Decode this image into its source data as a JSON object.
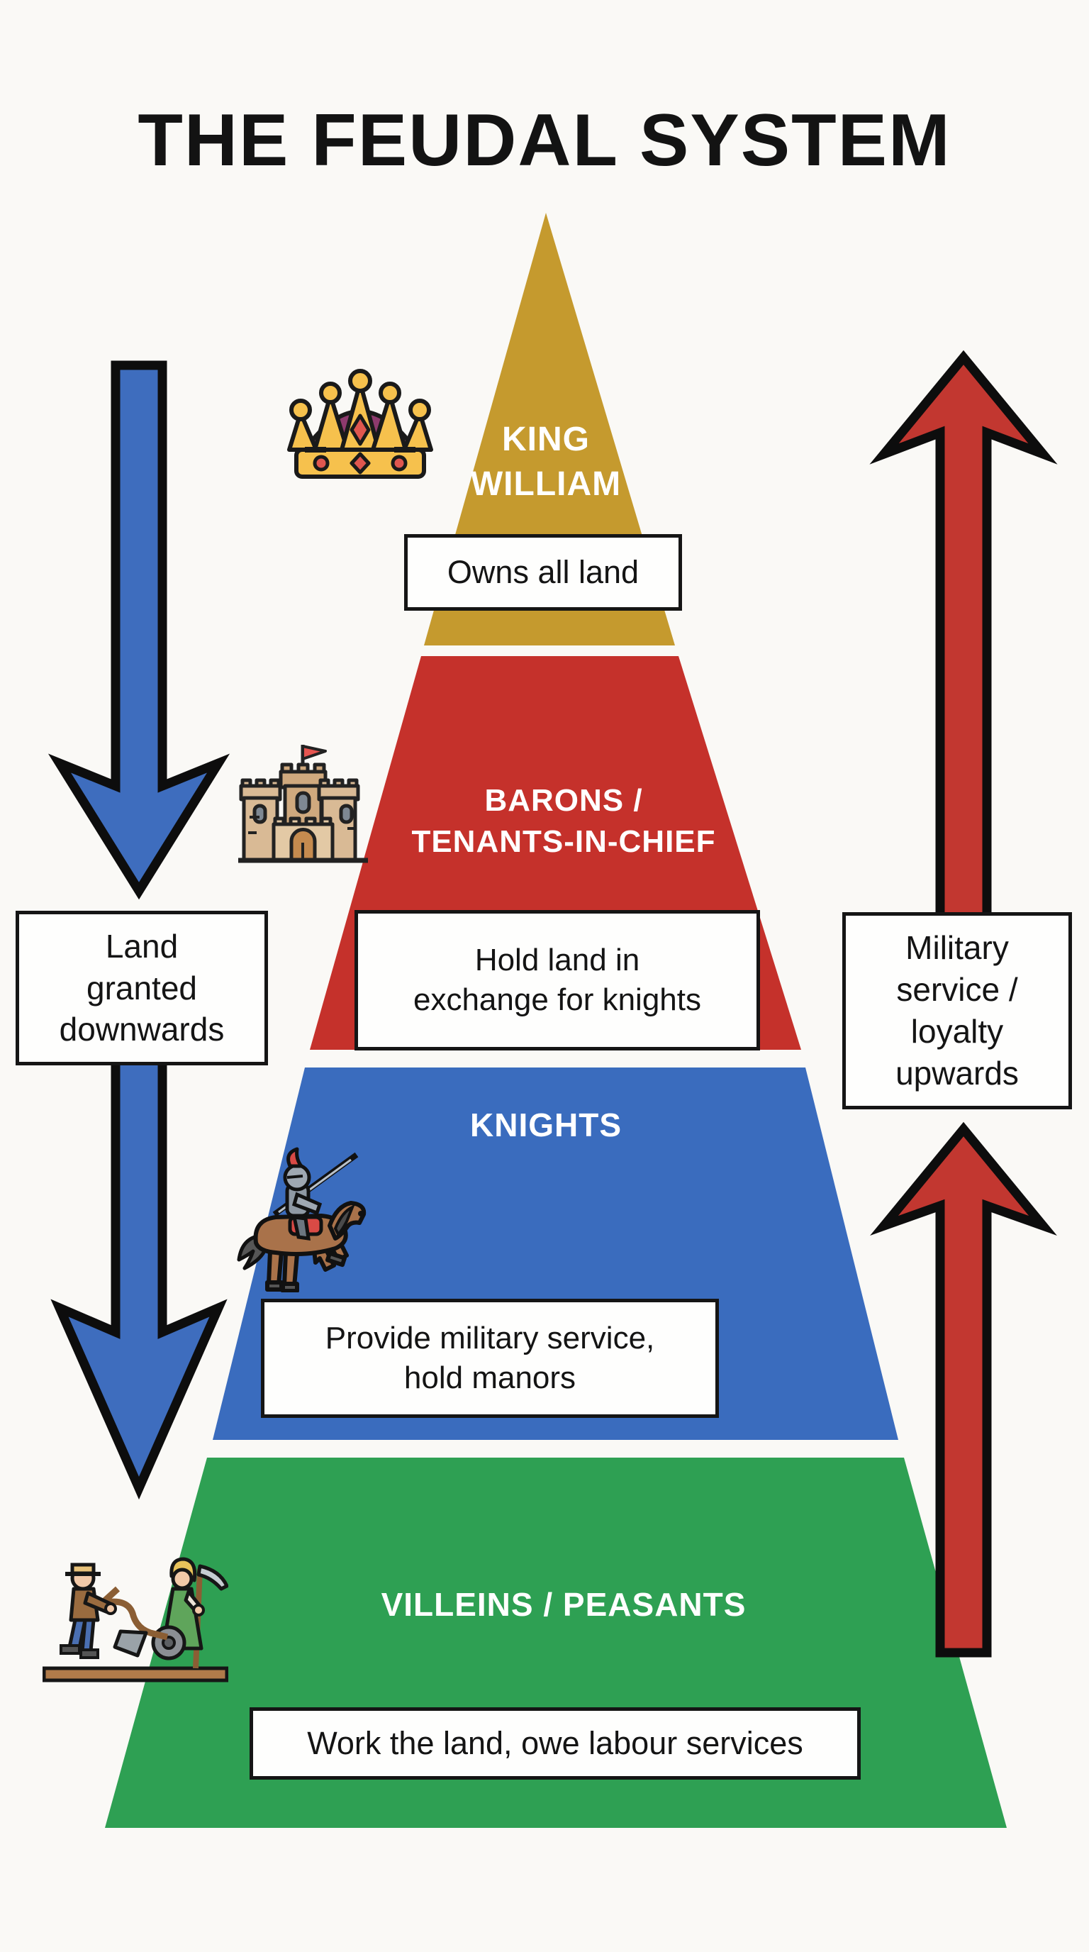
{
  "title": "THE FEUDAL SYSTEM",
  "tiers": {
    "king": {
      "line1": "KING",
      "line2": "WILLIAM",
      "box": "Owns all land"
    },
    "barons": {
      "line1": "BARONS /",
      "line2": "TENANTS-IN-CHIEF",
      "box_line1": "Hold land in",
      "box_line2": "exchange for knights"
    },
    "knights": {
      "line1": "KNIGHTS",
      "box_line1": "Provide military service,",
      "box_line2": "hold manors"
    },
    "villeins": {
      "line1": "VILLEINS / PEASANTS",
      "box": "Work the land, owe labour services"
    }
  },
  "left_label": {
    "line1": "Land",
    "line2": "granted",
    "line3": "downwards"
  },
  "right_label": {
    "line1": "Military",
    "line2": "service /",
    "line3": "loyalty",
    "line4": "upwards"
  },
  "colors": {
    "king": "#C59A2E",
    "barons": "#C5312B",
    "knights": "#3A6CBE",
    "villeins": "#2EA053",
    "arrow_down": "#3E6DBE",
    "arrow_up": "#C23730",
    "outline": "#0D0D0D"
  },
  "icons": {
    "crown": "crown-icon",
    "castle": "castle-icon",
    "knight": "knight-on-horse-icon",
    "peasants": "peasants-icon"
  }
}
